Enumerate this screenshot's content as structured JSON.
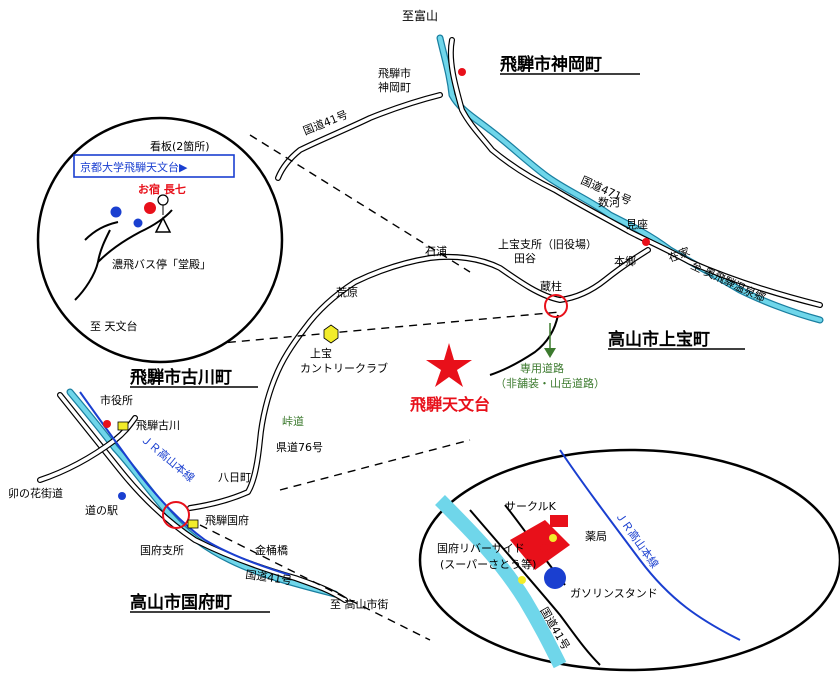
{
  "map": {
    "destinations": {
      "toyama": "至富山",
      "okuhida": "至 奥飛騨温泉郷",
      "takayama_city": "至 高山市街",
      "observatory": "至 天文台"
    },
    "towns": {
      "kamioka": "飛騨市神岡町",
      "kamitakara": "高山市上宝町",
      "furukawa": "飛騨市古川町",
      "kokufu": "高山市国府町"
    },
    "places": {
      "kamioka_station": "飛騨市\n神岡町",
      "misaka": "見座",
      "kazuko": "数河",
      "honkyo": "本郷",
      "zaike": "在家",
      "kamitakara_branch": "上宝支所（旧役場）",
      "tanigata": "田谷",
      "ishiura": "石浦",
      "kurahashira": "蔵柱",
      "arahara": "荒原",
      "country_club": "上宝\nカントリークラブ",
      "toge": "峠道",
      "yokkamachi": "八日町",
      "city_office": "市役所",
      "hida_furukawa": "飛騨古川",
      "unohana": "卯の花街道",
      "michinoeki": "道の駅",
      "hida_kokufu": "飛騨国府",
      "kokufu_branch": "国府支所",
      "kanaokebashi": "金桶橋"
    },
    "roads": {
      "route41_upper": "国道41号",
      "route471": "国道471号",
      "pref76": "県道76号",
      "route41_lower": "国道41号",
      "private_road": "専用道路",
      "private_road_note": "（非舗装・山岳道路）"
    },
    "railway": "ＪＲ高山本線",
    "observatory_name": "飛騨天文台",
    "inset_observatory": {
      "signboard": "看板(2箇所)",
      "observatory_sign": "京都大学飛騨天文台▶",
      "inn": "お宿 長七",
      "bus_stop": "濃飛バス停「堂殿」",
      "to_observatory": "至 天文台"
    },
    "inset_kokufu": {
      "circle_k": "サークルK",
      "pharmacy": "薬局",
      "riverside": "国府リバーサイド\n(スーパーさとう等)",
      "gas_station": "ガソリンスタンド",
      "route41": "国道41号",
      "jr_line": "ＪＲ高山本線"
    },
    "colors": {
      "red": "#e8101a",
      "green": "#3c7a2e",
      "blue": "#1a3fd0",
      "river": "#6fd6ea",
      "yellow": "#f2ec2a"
    }
  }
}
